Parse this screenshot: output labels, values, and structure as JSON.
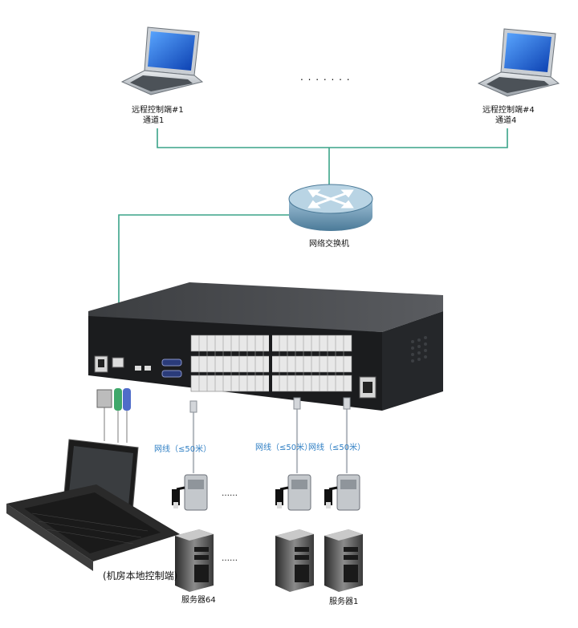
{
  "remote": {
    "left": {
      "name": "远程控制端#1",
      "channel": "通道1"
    },
    "right": {
      "name": "远程控制端#4",
      "channel": "通道4"
    }
  },
  "ellipsis_top": ". . . . . . .",
  "switch_label": "网络交换机",
  "cables": [
    {
      "label": "网线（≤50米）"
    },
    {
      "label": "网线（≤50米）"
    },
    {
      "label": "网线（≤50米）"
    }
  ],
  "mid_dots": "……",
  "local_console": "(机房本地控制端)",
  "servers": {
    "left": "服务器64",
    "right": "服务器1"
  }
}
